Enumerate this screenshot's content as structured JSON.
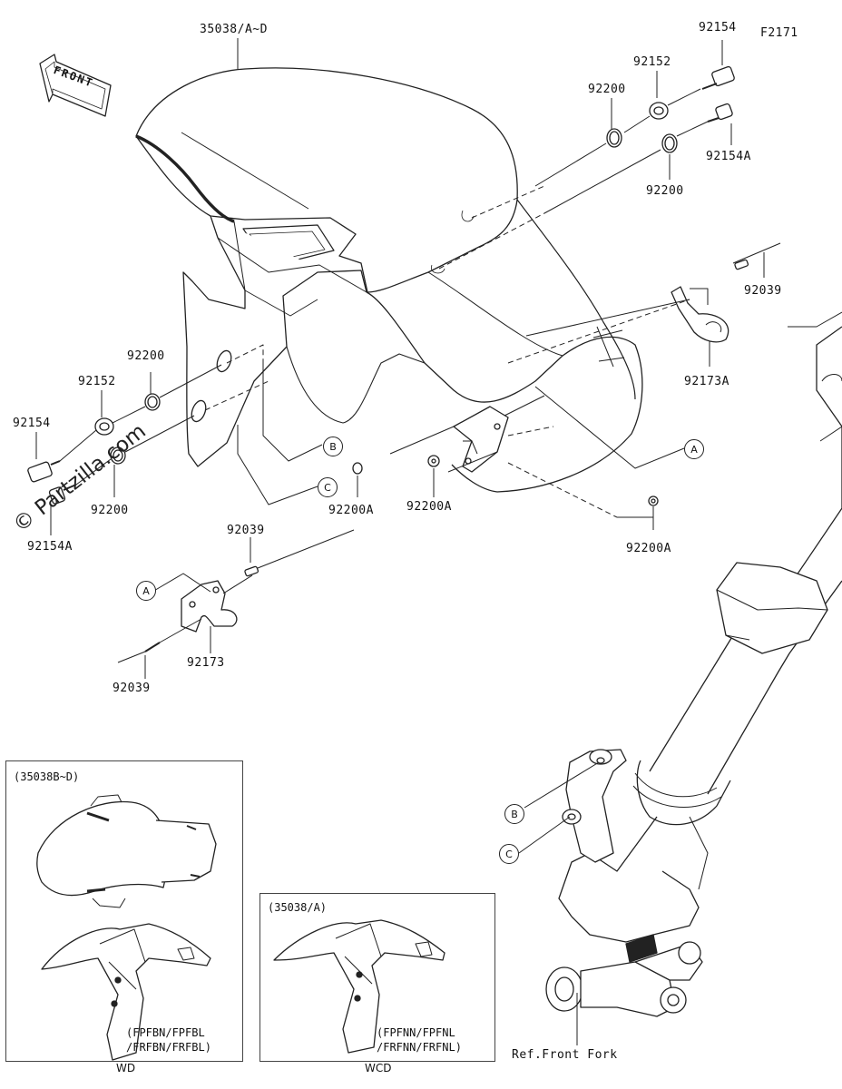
{
  "figure_code": "F2171",
  "front_label": "FRONT",
  "watermark": "© Partzilla.com",
  "ref_label": "Ref.Front Fork",
  "parts": {
    "fender": "35038/A~D",
    "bolt_top": "92154",
    "bolt_top_a": "92154A",
    "collar_top": "92152",
    "washer_top1": "92200",
    "washer_top2": "92200",
    "rivet_right": "92039",
    "clamp_right": "92173A",
    "washer_left1": "92200",
    "collar_left": "92152",
    "bolt_left": "92154",
    "washer_left2": "92200",
    "bolt_left_a": "92154A",
    "rivet_left_top": "92039",
    "clamp_left": "92173",
    "rivet_left_bottom": "92039",
    "washer_a1": "92200A",
    "washer_a2": "92200A",
    "washer_a3": "92200A"
  },
  "callouts": {
    "a": "A",
    "b": "B",
    "c": "C"
  },
  "inset_wd": {
    "title": "(35038B~D)",
    "codes_line1": "(FPFBN/FPFBL",
    "codes_line2": "/FRFBN/FRFBL)",
    "caption": "WD"
  },
  "inset_wcd": {
    "title": "(35038/A)",
    "codes_line1": "(FPFNN/FPFNL",
    "codes_line2": "/FRFNN/FRFNL)",
    "caption": "WCD"
  }
}
